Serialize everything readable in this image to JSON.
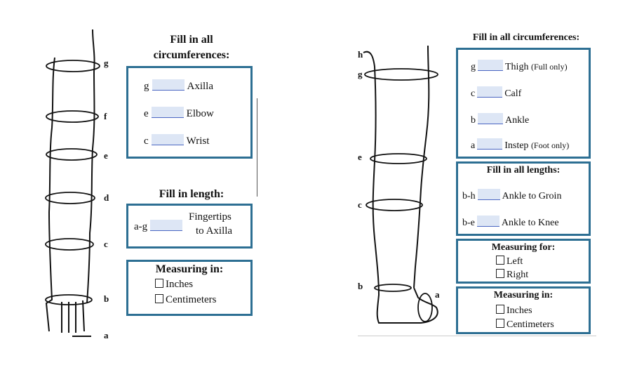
{
  "arm": {
    "circ_heading_1": "Fill in all",
    "circ_heading_2": "circumferences:",
    "circ_rows": [
      {
        "code": "g",
        "label": "Axilla"
      },
      {
        "code": "e",
        "label": "Elbow"
      },
      {
        "code": "c",
        "label": "Wrist"
      }
    ],
    "length_heading": "Fill in length:",
    "length_code": "a-g",
    "length_label_1": "Fingertips",
    "length_label_2": "to Axilla",
    "measuring_heading": "Measuring in:",
    "units": [
      "Inches",
      "Centimeters"
    ],
    "markers": [
      "g",
      "f",
      "e",
      "d",
      "c",
      "b",
      "a"
    ]
  },
  "leg": {
    "circ_heading": "Fill in all circumferences:",
    "circ_rows": [
      {
        "code": "g",
        "label": "Thigh",
        "note": "(Full only)"
      },
      {
        "code": "c",
        "label": "Calf",
        "note": ""
      },
      {
        "code": "b",
        "label": "Ankle",
        "note": ""
      },
      {
        "code": "a",
        "label": "Instep",
        "note": "(Foot only)"
      }
    ],
    "length_heading": "Fill in all lengths:",
    "length_rows": [
      {
        "code": "b-h",
        "label": "Ankle to Groin"
      },
      {
        "code": "b-e",
        "label": "Ankle to Knee"
      }
    ],
    "measuring_for_heading": "Measuring for:",
    "sides": [
      "Left",
      "Right"
    ],
    "measuring_heading": "Measuring in:",
    "units": [
      "Inches",
      "Centimeters"
    ],
    "markers": [
      "h",
      "g",
      "e",
      "c",
      "b",
      "a"
    ]
  },
  "colors": {
    "box_border": "#2d6f93",
    "field_fill": "#dde6f5",
    "field_line": "#4a66c2"
  }
}
